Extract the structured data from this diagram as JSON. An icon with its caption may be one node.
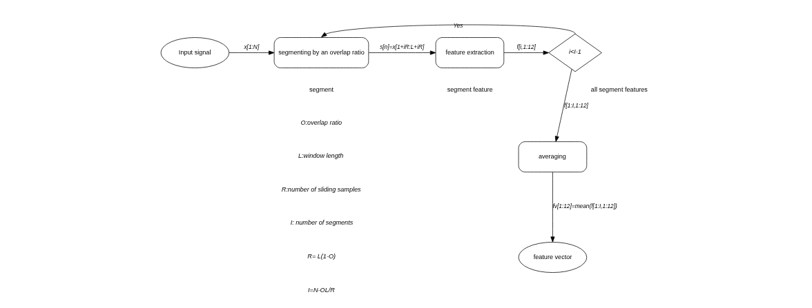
{
  "diagram": {
    "nodes": [
      {
        "text": [
          "Input signal"
        ]
      },
      {
        "text": [
          "segmenting by an overlap ratio"
        ]
      },
      {
        "text": [
          "feature extraction"
        ]
      },
      {
        "text": [
          "i<I-1"
        ]
      },
      {
        "text": [
          "averaging"
        ]
      },
      {
        "text": [
          "feature vector"
        ]
      }
    ],
    "edges": [
      {
        "from": 0,
        "to": 1,
        "arrow": "to",
        "label": "x[1:N]"
      },
      {
        "from": 1,
        "to": 2,
        "arrow": "to",
        "label": "s[n]=x[1+iR:L+iR]"
      },
      {
        "from": 2,
        "to": 3,
        "arrow": "to",
        "label": "f[i,1:12]"
      },
      {
        "from": 3,
        "to": 1,
        "arrow": "to",
        "label": "Yes"
      },
      {
        "from": 3,
        "to": 4,
        "arrow": "to",
        "label": "f[1:I,1:12]"
      },
      {
        "from": 4,
        "to": 5,
        "arrow": "to",
        "label": "fv[1:12]=mean(f[1:I,1:12])"
      }
    ],
    "labels": [
      "segment",
      "segment feature",
      "all segment features",
      "O:overlap ratio",
      "L:window length",
      "R:number of sliding samples",
      "I: number of segments",
      "R= L(1-O)",
      "I=N-OL/R"
    ]
  }
}
